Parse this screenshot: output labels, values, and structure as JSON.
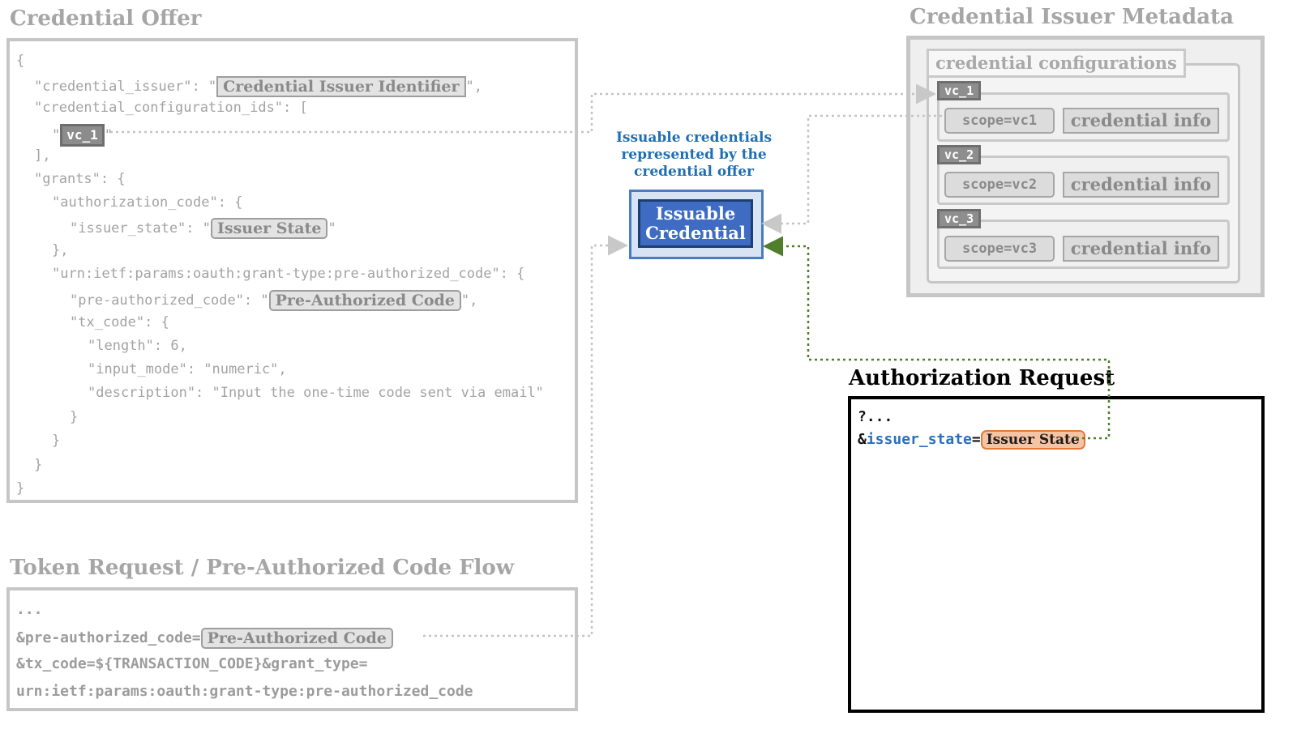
{
  "credential_offer": {
    "title": "Credential Offer",
    "lines": {
      "open_brace": "{",
      "credential_issuer_key": "\"credential_issuer\": \"",
      "credential_issuer_value": "Credential Issuer Identifier",
      "credential_issuer_tail": "\",",
      "config_ids_key": "\"credential_configuration_ids\": [",
      "vc1_quote_open": "\"",
      "vc1_value": "vc_1",
      "vc1_quote_close": "\"",
      "config_ids_close": "],",
      "grants_key": "\"grants\": {",
      "auth_code_key": "\"authorization_code\": {",
      "issuer_state_key": "\"issuer_state\": \"",
      "issuer_state_value": "Issuer State",
      "issuer_state_tail": "\"",
      "auth_code_close": "},",
      "preauth_grant_key": "\"urn:ietf:params:oauth:grant-type:pre-authorized_code\": {",
      "preauth_code_key": "\"pre-authorized_code\": \"",
      "preauth_code_value": "Pre-Authorized Code",
      "preauth_code_tail": "\",",
      "tx_code_key": "\"tx_code\": {",
      "length_line": "\"length\": 6,",
      "input_mode_line": "\"input_mode\": \"numeric\",",
      "description_line": "\"description\": \"Input the one-time code sent via email\"",
      "close_tx": "}",
      "close_preauth": "}",
      "close_grants": "}",
      "close_root": "}"
    }
  },
  "token_request": {
    "title": "Token Request / Pre-Authorized Code Flow",
    "line1": "...",
    "line2_prefix": "&pre-authorized_code=",
    "line2_value": "Pre-Authorized Code",
    "line3": "&tx_code=${TRANSACTION_CODE}&grant_type=",
    "line4": "urn:ietf:params:oauth:grant-type:pre-authorized_code"
  },
  "issuer_metadata": {
    "title": "Credential Issuer Metadata",
    "configurations_label": "credential configurations",
    "configs": [
      {
        "id": "vc_1",
        "scope": "scope=vc1",
        "info": "credential info"
      },
      {
        "id": "vc_2",
        "scope": "scope=vc2",
        "info": "credential info"
      },
      {
        "id": "vc_3",
        "scope": "scope=vc3",
        "info": "credential info"
      }
    ]
  },
  "issuable": {
    "caption_line1": "Issuable credentials",
    "caption_line2": "represented by the",
    "caption_line3": "credential offer",
    "box_line1": "Issuable",
    "box_line2": "Credential"
  },
  "authorization_request": {
    "title": "Authorization Request",
    "line1": "?...",
    "amp": "&",
    "param": "issuer_state",
    "eq": "=",
    "value": "Issuer State"
  },
  "colors": {
    "gray_text": "#a6a6a6",
    "caption_blue": "#1f6fb2",
    "credential_blue": "#3f6cc2",
    "issuer_state_orange": "#f6c3a3",
    "green_connector": "#4f7f2a"
  }
}
